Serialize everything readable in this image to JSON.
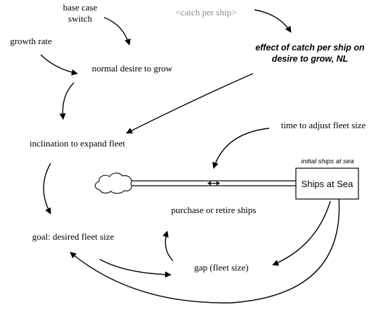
{
  "diagram": {
    "variables": {
      "base_case_switch_line1": "base case",
      "base_case_switch_line2": "switch",
      "catch_per_ship": "<catch per ship>",
      "growth_rate": "growth rate",
      "effect_line1": "effect of catch per ship on",
      "effect_line2": "desire to grow, NL",
      "normal_desire": "normal desire to grow",
      "time_to_adjust": "time to adjust fleet size",
      "inclination": "inclination to expand fleet",
      "initial_ships": "initial ships at sea",
      "stock": "Ships at Sea",
      "flow": "purchase or retire ships",
      "goal": "goal: desired fleet size",
      "gap": "gap (fleet size)"
    },
    "colors": {
      "line": "#000000",
      "shadow_text": "#8a8a8a",
      "background": "#ffffff"
    },
    "icons": [
      "cloud-source-icon",
      "valve-icon",
      "arrowhead"
    ]
  }
}
